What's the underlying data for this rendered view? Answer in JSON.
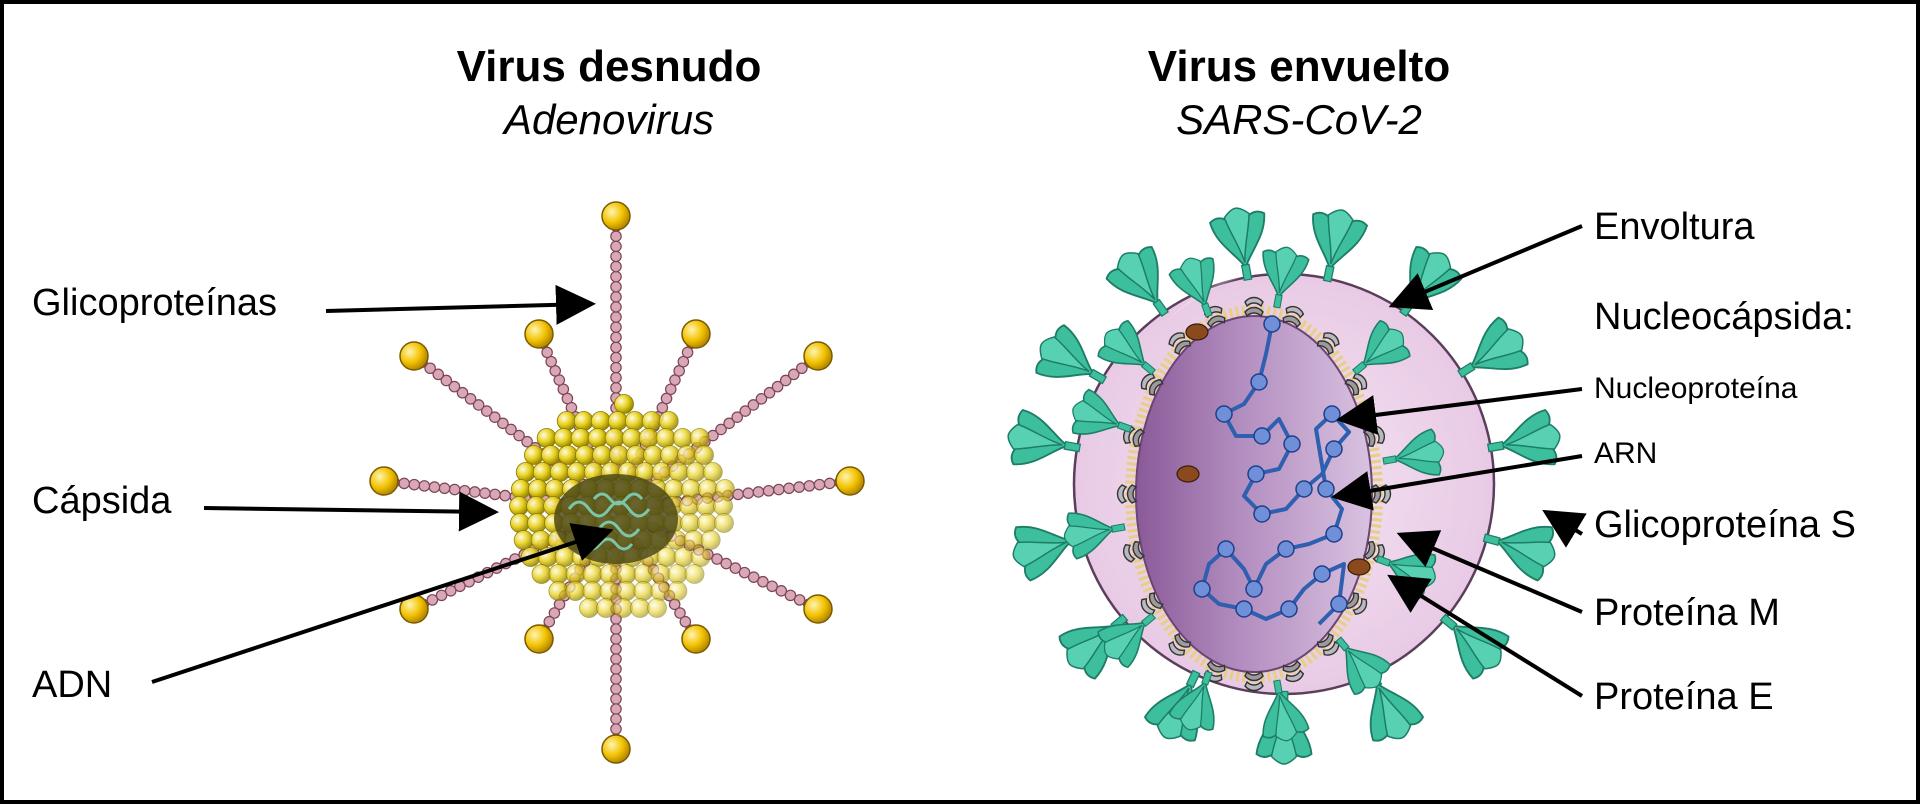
{
  "naked": {
    "title": "Virus desnudo",
    "subtitle": "Adenovirus",
    "labels": {
      "glycoproteins": "Glicoproteínas",
      "capsid": "Cápsida",
      "dna": "ADN"
    }
  },
  "enveloped": {
    "title": "Virus envuelto",
    "subtitle": "SARS-CoV-2",
    "labels": {
      "envelope": "Envoltura",
      "nucleocapsid": "Nucleocápsida:",
      "nucleoprotein": "Nucleoproteína",
      "rna": "ARN",
      "spike": "Glicoproteína S",
      "protein_m": "Proteína M",
      "protein_e": "Proteína E"
    }
  },
  "colors": {
    "capsid_yellow": "#e8d21f",
    "fiber_pink": "#d9a7b6",
    "knob_gold": "#f2c200",
    "spike_teal": "#3dbf9e",
    "membrane_pink": "#efd5ec",
    "core_purple": "#9a6aa8",
    "rna_blue": "#2f5fb0",
    "m_protein_gray": "#9a9aa0",
    "e_protein_brown": "#8b4a1e"
  }
}
